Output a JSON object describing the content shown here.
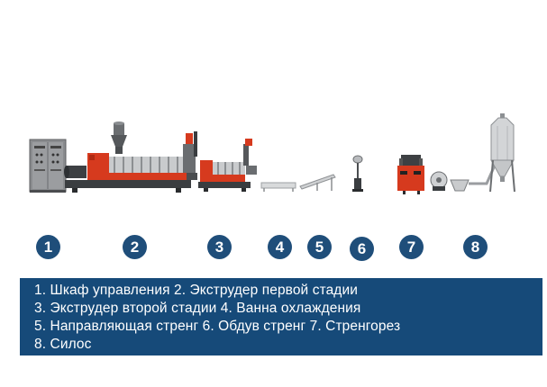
{
  "diagram": {
    "equipment": [
      {
        "number": "1",
        "name": "control-cabinet"
      },
      {
        "number": "2",
        "name": "first-stage-extruder"
      },
      {
        "number": "3",
        "name": "second-stage-extruder"
      },
      {
        "number": "4",
        "name": "cooling-bath"
      },
      {
        "number": "5",
        "name": "strand-guide"
      },
      {
        "number": "6",
        "name": "strand-blower"
      },
      {
        "number": "7",
        "name": "strand-cutter"
      },
      {
        "number": "8",
        "name": "silo"
      }
    ],
    "legend": [
      "1. Шкаф управления 2. Экструдер первой стадии",
      "3. Экструдер второй стадии 4. Ванна охлаждения",
      "5. Направляющая стренг 6. Обдув стренг 7. Стренгорез",
      "8. Силос"
    ]
  },
  "colors": {
    "badge": "#1f4e7a",
    "legend_bg": "#164a79",
    "machine_red": "#d63a1e",
    "machine_gray": "#6d6f72",
    "machine_dark": "#3a3d40"
  }
}
